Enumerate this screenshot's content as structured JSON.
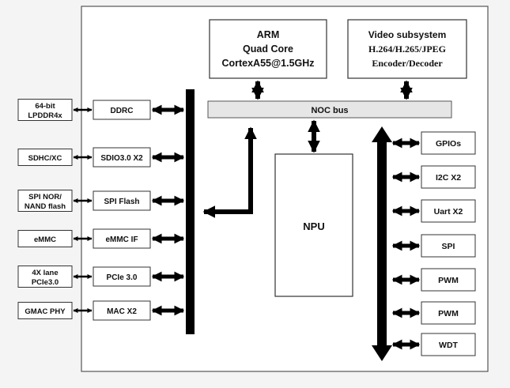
{
  "soc": {
    "arm": {
      "line1": "ARM",
      "line2": "Quad Core",
      "line3": "CortexA55@1.5GHz"
    },
    "video": {
      "line1": "Video subsystem",
      "line2": "H.264/H.265/JPEG",
      "line3": "Encoder/Decoder"
    },
    "noc_bus": "NOC bus",
    "npu": "NPU",
    "left_blocks": [
      "DDRC",
      "SDIO3.0 X2",
      "SPI Flash",
      "eMMC IF",
      "PCIe 3.0",
      "MAC X2"
    ],
    "right_blocks": [
      "GPIOs",
      "I2C X2",
      "Uart X2",
      "SPI",
      "PWM",
      "PWM",
      "WDT"
    ]
  },
  "external": [
    {
      "line1": "64-bit",
      "line2": "LPDDR4x"
    },
    {
      "line1": "SDHC/XC",
      "line2": ""
    },
    {
      "line1": "SPI NOR/",
      "line2": "NAND flash"
    },
    {
      "line1": "eMMC",
      "line2": ""
    },
    {
      "line1": "4X lane",
      "line2": "PCIe3.0"
    },
    {
      "line1": "GMAC PHY",
      "line2": ""
    }
  ]
}
